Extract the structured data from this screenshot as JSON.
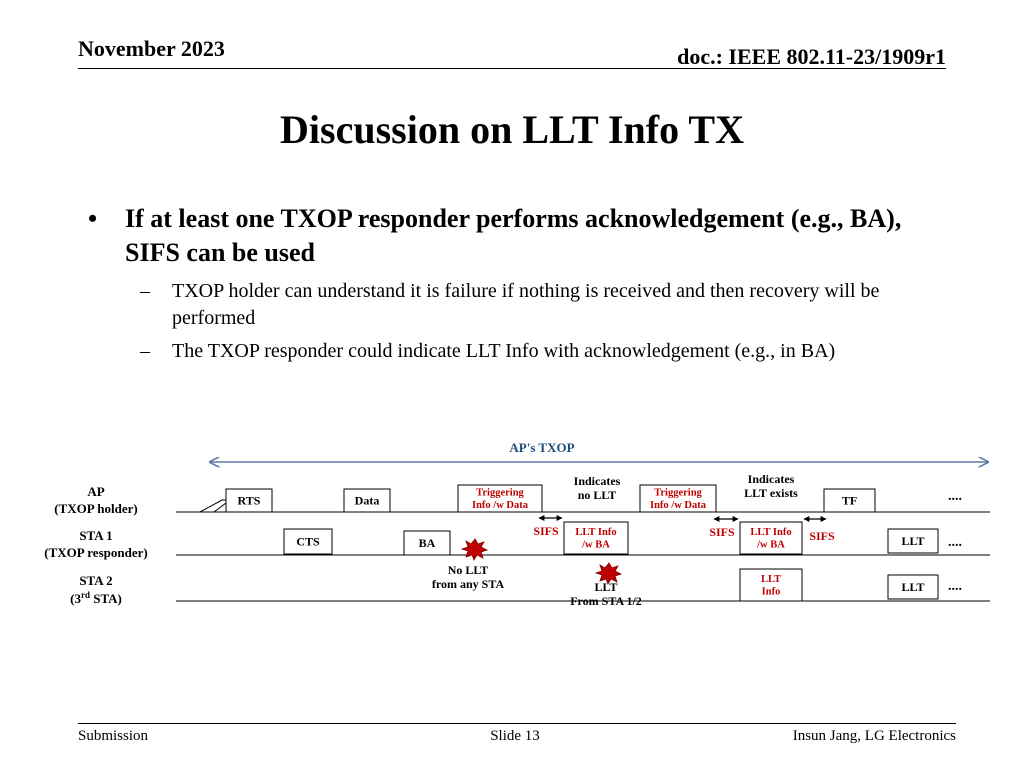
{
  "header": {
    "date": "November 2023",
    "doc": "doc.: IEEE 802.11-23/1909r1"
  },
  "title": "Discussion on LLT Info TX",
  "bullets": [
    {
      "text": "If at least one TXOP responder performs acknowledgement (e.g., BA), SIFS can be used",
      "sub": [
        "TXOP holder can understand it is failure if nothing is received and then recovery will be performed",
        "The TXOP responder could indicate LLT Info with acknowledgement (e.g., in BA)"
      ]
    }
  ],
  "diagram": {
    "txop_label": "AP's TXOP",
    "colors": {
      "accent": "#1F4E79",
      "red": "#C00000",
      "arrow": "#5B7CA6",
      "line": "#000000"
    },
    "rows": [
      {
        "name": "AP",
        "role": "(TXOP holder)"
      },
      {
        "name": "STA 1",
        "role": "(TXOP responder)"
      },
      {
        "name": "STA 2",
        "role_pre": "(3",
        "role_sup": "rd",
        "role_post": " STA)"
      }
    ],
    "frames": [
      {
        "lines": [
          "RTS"
        ]
      },
      {
        "lines": [
          "Data"
        ]
      },
      {
        "lines": [
          "Triggering",
          "Info /w Data"
        ]
      },
      {
        "lines": [
          "Triggering",
          "Info /w Data"
        ]
      },
      {
        "lines": [
          "TF"
        ]
      },
      {
        "lines": [
          "CTS"
        ]
      },
      {
        "lines": [
          "BA"
        ]
      },
      {
        "lines": [
          "LLT Info",
          "/w BA"
        ]
      },
      {
        "lines": [
          "LLT Info",
          "/w BA"
        ]
      },
      {
        "lines": [
          "LLT"
        ]
      },
      {
        "lines": [
          "LLT",
          "Info"
        ]
      },
      {
        "lines": [
          "LLT"
        ]
      }
    ],
    "sifs_label": "SIFS",
    "ellipsis": "....",
    "annotations": [
      {
        "lines": [
          "Indicates",
          "no LLT"
        ]
      },
      {
        "lines": [
          "Indicates",
          "LLT  exists"
        ]
      },
      {
        "lines": [
          "No LLT",
          "from any STA"
        ]
      },
      {
        "lines": [
          "LLT",
          "From STA 1/2"
        ]
      }
    ],
    "icons": [
      "collision-icon",
      "collision-icon"
    ]
  },
  "footer": {
    "left": "Submission",
    "center": "Slide 13",
    "right": "Insun Jang, LG Electronics"
  }
}
